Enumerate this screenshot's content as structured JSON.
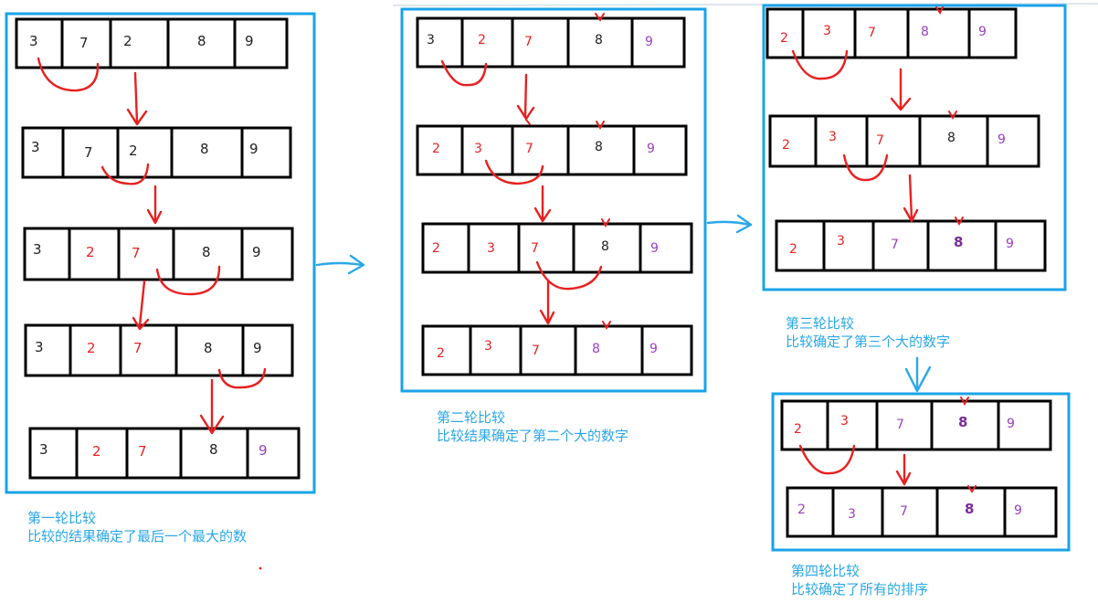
{
  "colors": {
    "panel_border": "#1aa3e8",
    "cell_border": "#000000",
    "red": "#e82020",
    "purple": "#9b3fbf",
    "black": "#222222",
    "caption": "#2aa7e8"
  },
  "rounds": [
    {
      "title": "第一轮比较",
      "description": "比较的结果确定了最后一个最大的数",
      "rows": [
        {
          "cells": [
            {
              "v": "3",
              "c": "black"
            },
            {
              "v": "7",
              "c": "black"
            },
            {
              "v": "2",
              "c": "black"
            },
            {
              "v": "8",
              "c": "black"
            },
            {
              "v": "9",
              "c": "black"
            }
          ]
        },
        {
          "cells": [
            {
              "v": "3",
              "c": "black"
            },
            {
              "v": "7",
              "c": "black"
            },
            {
              "v": "2",
              "c": "black"
            },
            {
              "v": "8",
              "c": "black"
            },
            {
              "v": "9",
              "c": "black"
            }
          ]
        },
        {
          "cells": [
            {
              "v": "3",
              "c": "black"
            },
            {
              "v": "2",
              "c": "red"
            },
            {
              "v": "7",
              "c": "red"
            },
            {
              "v": "8",
              "c": "black"
            },
            {
              "v": "9",
              "c": "black"
            }
          ]
        },
        {
          "cells": [
            {
              "v": "3",
              "c": "black"
            },
            {
              "v": "2",
              "c": "red"
            },
            {
              "v": "7",
              "c": "red"
            },
            {
              "v": "8",
              "c": "black"
            },
            {
              "v": "9",
              "c": "black"
            }
          ]
        },
        {
          "cells": [
            {
              "v": "3",
              "c": "black"
            },
            {
              "v": "2",
              "c": "red"
            },
            {
              "v": "7",
              "c": "red"
            },
            {
              "v": "8",
              "c": "black"
            },
            {
              "v": "9",
              "c": "purple"
            }
          ]
        }
      ]
    },
    {
      "title": "第二轮比较",
      "description": "比较结果确定了第二个大的数字",
      "rows": [
        {
          "cells": [
            {
              "v": "3",
              "c": "black"
            },
            {
              "v": "2",
              "c": "red"
            },
            {
              "v": "7",
              "c": "red"
            },
            {
              "v": "8",
              "c": "black"
            },
            {
              "v": "9",
              "c": "purple"
            }
          ]
        },
        {
          "cells": [
            {
              "v": "2",
              "c": "red"
            },
            {
              "v": "3",
              "c": "red"
            },
            {
              "v": "7",
              "c": "red"
            },
            {
              "v": "8",
              "c": "black"
            },
            {
              "v": "9",
              "c": "purple"
            }
          ]
        },
        {
          "cells": [
            {
              "v": "2",
              "c": "red"
            },
            {
              "v": "3",
              "c": "red"
            },
            {
              "v": "7",
              "c": "red"
            },
            {
              "v": "8",
              "c": "black"
            },
            {
              "v": "9",
              "c": "purple"
            }
          ]
        },
        {
          "cells": [
            {
              "v": "2",
              "c": "red"
            },
            {
              "v": "3",
              "c": "red"
            },
            {
              "v": "7",
              "c": "red"
            },
            {
              "v": "8",
              "c": "purple"
            },
            {
              "v": "9",
              "c": "purple"
            }
          ]
        }
      ]
    },
    {
      "title": "第三轮比较",
      "description": "比较确定了第三个大的数字",
      "rows": [
        {
          "cells": [
            {
              "v": "2",
              "c": "red"
            },
            {
              "v": "3",
              "c": "red"
            },
            {
              "v": "7",
              "c": "red"
            },
            {
              "v": "8",
              "c": "purple"
            },
            {
              "v": "9",
              "c": "purple"
            }
          ]
        },
        {
          "cells": [
            {
              "v": "2",
              "c": "red"
            },
            {
              "v": "3",
              "c": "red"
            },
            {
              "v": "7",
              "c": "red"
            },
            {
              "v": "8",
              "c": "black"
            },
            {
              "v": "9",
              "c": "purple"
            }
          ]
        },
        {
          "cells": [
            {
              "v": "2",
              "c": "red"
            },
            {
              "v": "3",
              "c": "red"
            },
            {
              "v": "7",
              "c": "purple"
            },
            {
              "v": "8",
              "c": "purple"
            },
            {
              "v": "9",
              "c": "purple"
            }
          ]
        }
      ]
    },
    {
      "title": "第四轮比较",
      "description": "比较确定了所有的排序",
      "rows": [
        {
          "cells": [
            {
              "v": "2",
              "c": "red"
            },
            {
              "v": "3",
              "c": "red"
            },
            {
              "v": "7",
              "c": "purple"
            },
            {
              "v": "8",
              "c": "purple"
            },
            {
              "v": "9",
              "c": "purple"
            }
          ]
        },
        {
          "cells": [
            {
              "v": "2",
              "c": "purple"
            },
            {
              "v": "3",
              "c": "purple"
            },
            {
              "v": "7",
              "c": "purple"
            },
            {
              "v": "8",
              "c": "purple"
            },
            {
              "v": "9",
              "c": "purple"
            }
          ]
        }
      ]
    }
  ]
}
